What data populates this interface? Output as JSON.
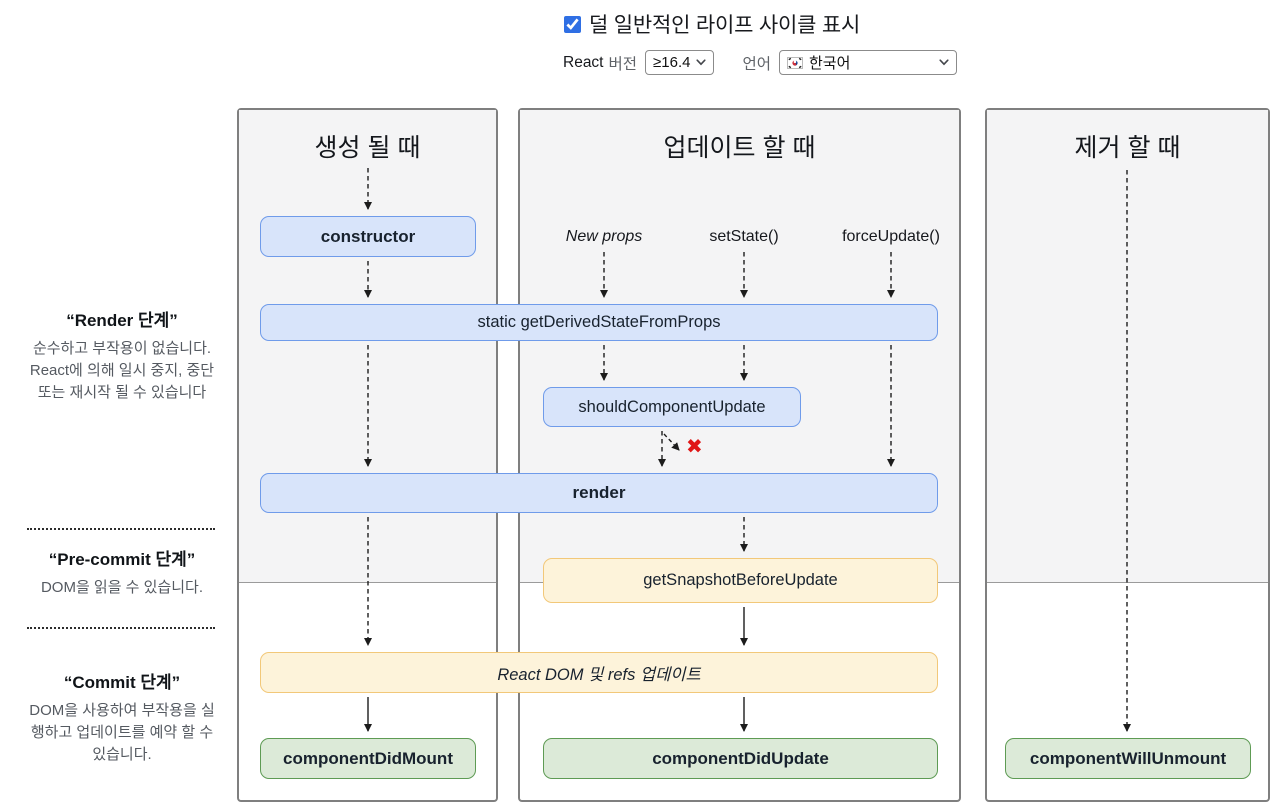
{
  "header": {
    "toggle_label": "덜 일반적인 라이프 사이클 표시",
    "toggle_checked": true,
    "react_label": "React",
    "version_label": "버전",
    "version_value": "≥16.4",
    "language_label": "언어",
    "language_value": "한국어"
  },
  "columns": {
    "mount_title": "생성 될 때",
    "update_title": "업데이트 할 때",
    "unmount_title": "제거 할 때"
  },
  "triggers": {
    "new_props": "New props",
    "set_state": "setState()",
    "force_update": "forceUpdate()"
  },
  "methods": {
    "constructor": "constructor",
    "get_derived_state_from_props": "static getDerivedStateFromProps",
    "should_component_update": "shouldComponentUpdate",
    "render": "render",
    "get_snapshot_before_update": "getSnapshotBeforeUpdate",
    "react_dom_update": "React DOM 및 refs 업데이트",
    "component_did_mount": "componentDidMount",
    "component_did_update": "componentDidUpdate",
    "component_will_unmount": "componentWillUnmount"
  },
  "phases": {
    "render_title": "“Render 단계”",
    "render_desc": "순수하고 부작용이 없습니다. React에 의해 일시 중지, 중단 또는 재시작 될 수 있습니다",
    "precommit_title": "“Pre-commit 단계”",
    "precommit_desc": "DOM을 읽을 수 있습니다.",
    "commit_title": "“Commit 단계”",
    "commit_desc": "DOM을 사용하여 부작용을 실행하고 업데이트를 예약 할 수 있습니다."
  },
  "icons": {
    "abort_x": "✖"
  },
  "colors": {
    "accent_blue": "#2f6fe4",
    "box_blue_bg": "#d8e4fa",
    "box_blue_border": "#6f9bea",
    "box_yellow_bg": "#fdf3da",
    "box_yellow_border": "#f2c879",
    "box_green_bg": "#dcead8",
    "box_green_border": "#5e9b54",
    "abort_red": "#e01616",
    "panel_gray_bg": "#f4f4f5",
    "panel_border": "#7f7f7f"
  }
}
